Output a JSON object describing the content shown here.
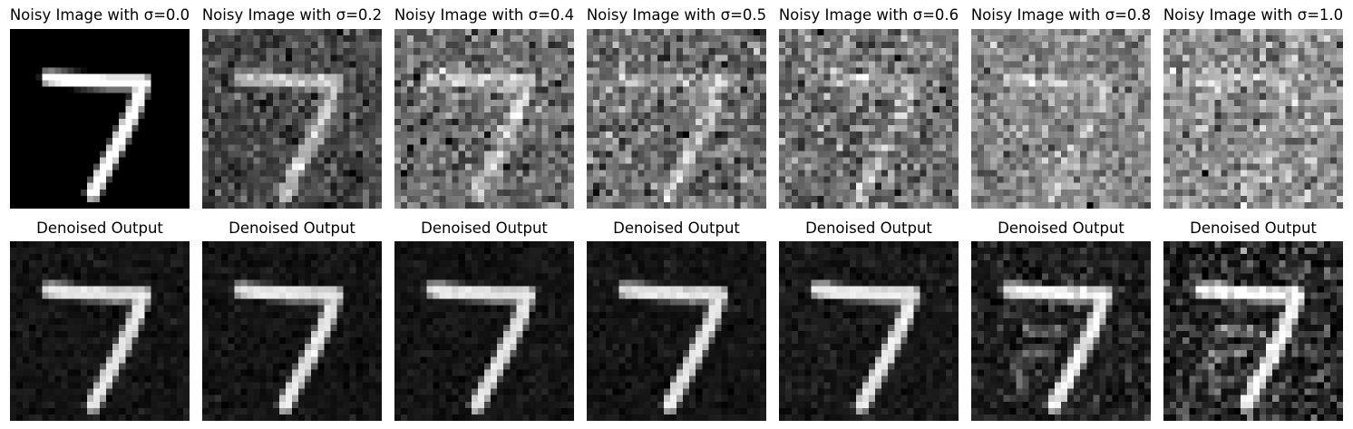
{
  "noisy_row": {
    "panels": [
      {
        "title": "Noisy Image with σ=0.0",
        "sigma": 0.0
      },
      {
        "title": "Noisy Image with σ=0.2",
        "sigma": 0.2
      },
      {
        "title": "Noisy Image with σ=0.4",
        "sigma": 0.4
      },
      {
        "title": "Noisy Image with σ=0.5",
        "sigma": 0.5
      },
      {
        "title": "Noisy Image with σ=0.6",
        "sigma": 0.6
      },
      {
        "title": "Noisy Image with σ=0.8",
        "sigma": 0.8
      },
      {
        "title": "Noisy Image with σ=1.0",
        "sigma": 1.0
      }
    ]
  },
  "denoised_row": {
    "panels": [
      {
        "title": "Denoised Output",
        "sigma": 0.0
      },
      {
        "title": "Denoised Output",
        "sigma": 0.2
      },
      {
        "title": "Denoised Output",
        "sigma": 0.4
      },
      {
        "title": "Denoised Output",
        "sigma": 0.5
      },
      {
        "title": "Denoised Output",
        "sigma": 0.6
      },
      {
        "title": "Denoised Output",
        "sigma": 0.8
      },
      {
        "title": "Denoised Output",
        "sigma": 1.0
      }
    ]
  },
  "colormap": "gray",
  "colors": {
    "background": "#ffffff",
    "title_text": "#000000"
  }
}
